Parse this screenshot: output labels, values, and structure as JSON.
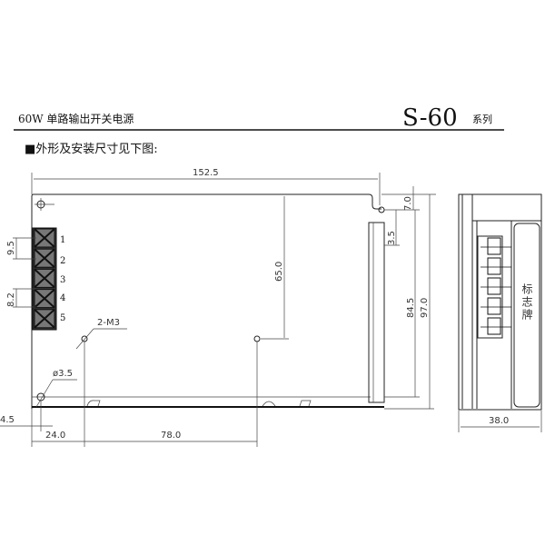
{
  "header": {
    "title": "60W 单路输出开关电源",
    "model": "S-60",
    "series_label": "系列",
    "subtitle": "■外形及安装尺寸见下图:"
  },
  "front_view": {
    "terminal_numbers": [
      "1",
      "2",
      "3",
      "4",
      "5"
    ],
    "dimensions": {
      "length": "152.5",
      "hole_depth": "65.0",
      "tab_top": "7.0",
      "tab_gap": "3.5",
      "height_inner": "84.5",
      "height_total": "97.0",
      "terminal_pitch": "9.5",
      "terminal_width": "8.2",
      "edge_offset": "4.5",
      "hole_offset_x": "24.0",
      "hole_spacing": "78.0",
      "screw_spec": "2-M3",
      "hole_diameter": "ø3.5"
    }
  },
  "side_view": {
    "label_plate": "标志牌",
    "width": "38.0"
  }
}
